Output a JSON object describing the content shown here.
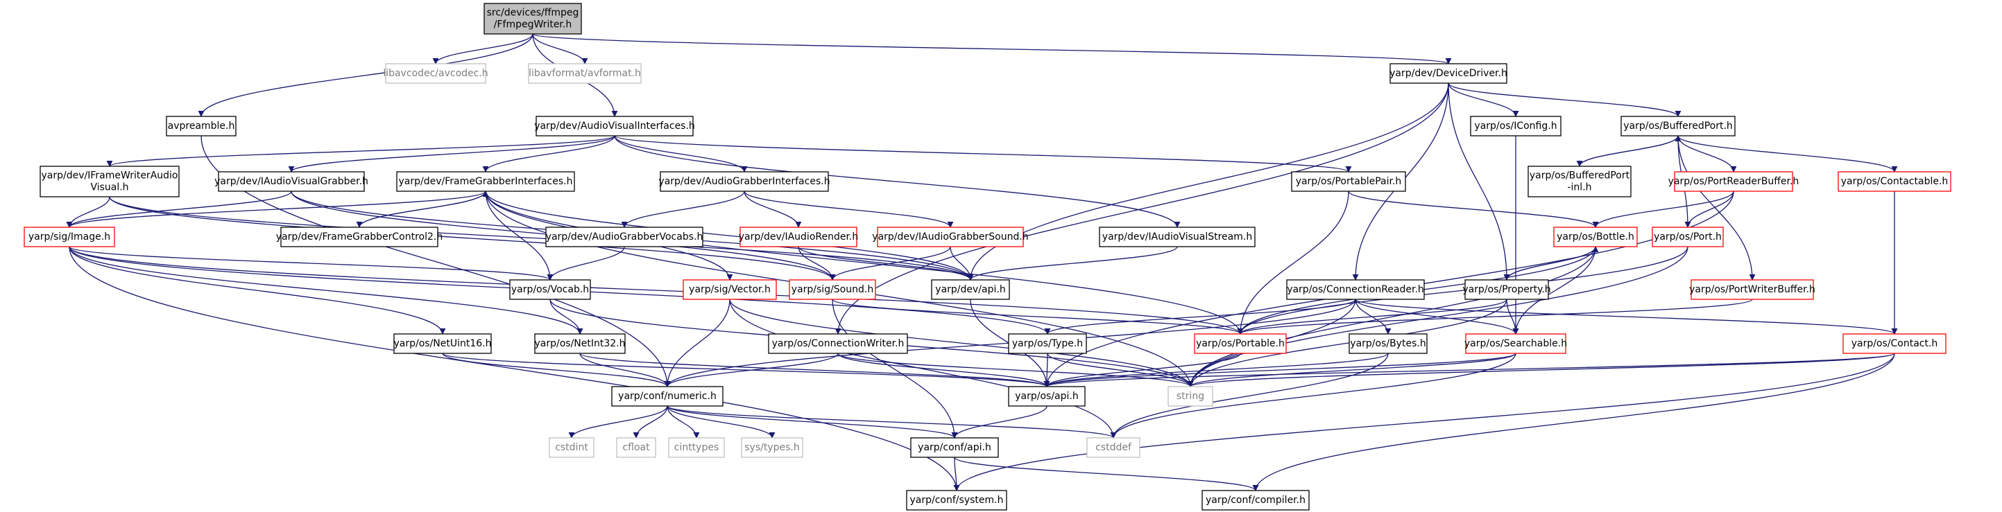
{
  "colors": {
    "edge": "#191970",
    "root_fill": "#bfbfbf",
    "root_border": "#000000",
    "normal_border": "#000000",
    "incomplete_border": "#ff0000",
    "external_border": "#bfbfbf",
    "external_text": "#7f7f7f",
    "text": "#000000"
  },
  "nodes": [
    {
      "id": "root",
      "kind": "root",
      "lines": [
        "src/devices/ffmpeg",
        "/FfmpegWriter.h"
      ]
    },
    {
      "id": "avcodec",
      "kind": "external",
      "lines": [
        "libavcodec/avcodec.h"
      ]
    },
    {
      "id": "avformat",
      "kind": "external",
      "lines": [
        "libavformat/avformat.h"
      ]
    },
    {
      "id": "avpreamble",
      "kind": "normal",
      "lines": [
        "avpreamble.h"
      ]
    },
    {
      "id": "avi",
      "kind": "normal",
      "lines": [
        "yarp/dev/AudioVisualInterfaces.h"
      ]
    },
    {
      "id": "devdriver",
      "kind": "normal",
      "lines": [
        "yarp/dev/DeviceDriver.h"
      ]
    },
    {
      "id": "iconfig",
      "kind": "normal",
      "lines": [
        "yarp/os/IConfig.h"
      ]
    },
    {
      "id": "bufport",
      "kind": "normal",
      "lines": [
        "yarp/os/BufferedPort.h"
      ]
    },
    {
      "id": "ifwav",
      "kind": "normal",
      "lines": [
        "yarp/dev/IFrameWriterAudio",
        "Visual.h"
      ]
    },
    {
      "id": "iavg",
      "kind": "normal",
      "lines": [
        "yarp/dev/IAudioVisualGrabber.h"
      ]
    },
    {
      "id": "fgi",
      "kind": "normal",
      "lines": [
        "yarp/dev/FrameGrabberInterfaces.h"
      ]
    },
    {
      "id": "agi",
      "kind": "normal",
      "lines": [
        "yarp/dev/AudioGrabberInterfaces.h"
      ]
    },
    {
      "id": "ppair",
      "kind": "normal",
      "lines": [
        "yarp/os/PortablePair.h"
      ]
    },
    {
      "id": "bufportinl",
      "kind": "normal",
      "lines": [
        "yarp/os/BufferedPort",
        "-inl.h"
      ]
    },
    {
      "id": "prb",
      "kind": "incomplete",
      "lines": [
        "yarp/os/PortReaderBuffer.h"
      ]
    },
    {
      "id": "contactable",
      "kind": "incomplete",
      "lines": [
        "yarp/os/Contactable.h"
      ]
    },
    {
      "id": "image",
      "kind": "incomplete",
      "lines": [
        "yarp/sig/Image.h"
      ]
    },
    {
      "id": "fgc2",
      "kind": "normal",
      "lines": [
        "yarp/dev/FrameGrabberControl2.h"
      ]
    },
    {
      "id": "agv",
      "kind": "normal",
      "lines": [
        "yarp/dev/AudioGrabberVocabs.h"
      ]
    },
    {
      "id": "iar",
      "kind": "incomplete",
      "lines": [
        "yarp/dev/IAudioRender.h"
      ]
    },
    {
      "id": "iags",
      "kind": "incomplete",
      "lines": [
        "yarp/dev/IAudioGrabberSound.h"
      ]
    },
    {
      "id": "iavs",
      "kind": "normal",
      "lines": [
        "yarp/dev/IAudioVisualStream.h"
      ]
    },
    {
      "id": "bottle",
      "kind": "incomplete",
      "lines": [
        "yarp/os/Bottle.h"
      ]
    },
    {
      "id": "port",
      "kind": "incomplete",
      "lines": [
        "yarp/os/Port.h"
      ]
    },
    {
      "id": "vocab",
      "kind": "normal",
      "lines": [
        "yarp/os/Vocab.h"
      ]
    },
    {
      "id": "vector",
      "kind": "incomplete",
      "lines": [
        "yarp/sig/Vector.h"
      ]
    },
    {
      "id": "sound",
      "kind": "incomplete",
      "lines": [
        "yarp/sig/Sound.h"
      ]
    },
    {
      "id": "devapi",
      "kind": "normal",
      "lines": [
        "yarp/dev/api.h"
      ]
    },
    {
      "id": "connreader",
      "kind": "normal",
      "lines": [
        "yarp/os/ConnectionReader.h"
      ]
    },
    {
      "id": "property",
      "kind": "normal",
      "lines": [
        "yarp/os/Property.h"
      ]
    },
    {
      "id": "pwb",
      "kind": "incomplete",
      "lines": [
        "yarp/os/PortWriterBuffer.h"
      ]
    },
    {
      "id": "nu16",
      "kind": "normal",
      "lines": [
        "yarp/os/NetUint16.h"
      ]
    },
    {
      "id": "ni32",
      "kind": "normal",
      "lines": [
        "yarp/os/NetInt32.h"
      ]
    },
    {
      "id": "connwriter",
      "kind": "normal",
      "lines": [
        "yarp/os/ConnectionWriter.h"
      ]
    },
    {
      "id": "type",
      "kind": "normal",
      "lines": [
        "yarp/os/Type.h"
      ]
    },
    {
      "id": "portable",
      "kind": "incomplete",
      "lines": [
        "yarp/os/Portable.h"
      ]
    },
    {
      "id": "bytes",
      "kind": "normal",
      "lines": [
        "yarp/os/Bytes.h"
      ]
    },
    {
      "id": "searchable",
      "kind": "incomplete",
      "lines": [
        "yarp/os/Searchable.h"
      ]
    },
    {
      "id": "contact",
      "kind": "incomplete",
      "lines": [
        "yarp/os/Contact.h"
      ]
    },
    {
      "id": "numeric",
      "kind": "normal",
      "lines": [
        "yarp/conf/numeric.h"
      ]
    },
    {
      "id": "osapi",
      "kind": "normal",
      "lines": [
        "yarp/os/api.h"
      ]
    },
    {
      "id": "string",
      "kind": "external",
      "lines": [
        "string"
      ]
    },
    {
      "id": "cstdint",
      "kind": "external",
      "lines": [
        "cstdint"
      ]
    },
    {
      "id": "cfloat",
      "kind": "external",
      "lines": [
        "cfloat"
      ]
    },
    {
      "id": "cinttypes",
      "kind": "external",
      "lines": [
        "cinttypes"
      ]
    },
    {
      "id": "systypes",
      "kind": "external",
      "lines": [
        "sys/types.h"
      ]
    },
    {
      "id": "confapi",
      "kind": "normal",
      "lines": [
        "yarp/conf/api.h"
      ]
    },
    {
      "id": "cstddef",
      "kind": "external",
      "lines": [
        "cstddef"
      ]
    },
    {
      "id": "system",
      "kind": "normal",
      "lines": [
        "yarp/conf/system.h"
      ]
    },
    {
      "id": "compiler",
      "kind": "normal",
      "lines": [
        "yarp/conf/compiler.h"
      ]
    }
  ],
  "edges": [
    [
      "root",
      "avcodec"
    ],
    [
      "root",
      "avformat"
    ],
    [
      "root",
      "avpreamble"
    ],
    [
      "root",
      "avi"
    ],
    [
      "root",
      "devdriver"
    ],
    [
      "avpreamble",
      "numeric"
    ],
    [
      "avi",
      "ifwav"
    ],
    [
      "avi",
      "iavg"
    ],
    [
      "avi",
      "fgi"
    ],
    [
      "avi",
      "agi"
    ],
    [
      "avi",
      "ppair"
    ],
    [
      "avi",
      "iavs"
    ],
    [
      "devdriver",
      "iconfig"
    ],
    [
      "devdriver",
      "bufport"
    ],
    [
      "devdriver",
      "devapi"
    ],
    [
      "devdriver",
      "connreader"
    ],
    [
      "devdriver",
      "property"
    ],
    [
      "devdriver",
      "connwriter"
    ],
    [
      "bufport",
      "bufportinl"
    ],
    [
      "bufport",
      "prb"
    ],
    [
      "bufport",
      "contactable"
    ],
    [
      "bufport",
      "port"
    ],
    [
      "bufport",
      "pwb"
    ],
    [
      "bufportinl",
      "bufport"
    ],
    [
      "iconfig",
      "searchable"
    ],
    [
      "ifwav",
      "image"
    ],
    [
      "ifwav",
      "sound"
    ],
    [
      "ifwav",
      "devapi"
    ],
    [
      "iavg",
      "image"
    ],
    [
      "iavg",
      "sound"
    ],
    [
      "iavg",
      "devapi"
    ],
    [
      "fgi",
      "fgc2"
    ],
    [
      "fgi",
      "image"
    ],
    [
      "fgi",
      "vocab"
    ],
    [
      "fgi",
      "vector"
    ],
    [
      "fgi",
      "devapi"
    ],
    [
      "fgi",
      "portable"
    ],
    [
      "fgi",
      "string"
    ],
    [
      "fgc2",
      "fgi"
    ],
    [
      "agi",
      "agv"
    ],
    [
      "agi",
      "iar"
    ],
    [
      "agi",
      "iags"
    ],
    [
      "agv",
      "vocab"
    ],
    [
      "iar",
      "sound"
    ],
    [
      "iar",
      "devapi"
    ],
    [
      "iags",
      "sound"
    ],
    [
      "iags",
      "devapi"
    ],
    [
      "iavs",
      "devapi"
    ],
    [
      "ppair",
      "bottle"
    ],
    [
      "ppair",
      "portable"
    ],
    [
      "prb",
      "bottle"
    ],
    [
      "prb",
      "port"
    ],
    [
      "prb",
      "osapi"
    ],
    [
      "contactable",
      "contact"
    ],
    [
      "port",
      "portable"
    ],
    [
      "port",
      "string"
    ],
    [
      "pwb",
      "portable"
    ],
    [
      "image",
      "vocab"
    ],
    [
      "image",
      "portable"
    ],
    [
      "image",
      "type"
    ],
    [
      "image",
      "nu16"
    ],
    [
      "image",
      "ni32"
    ],
    [
      "image",
      "system"
    ],
    [
      "vocab",
      "ni32"
    ],
    [
      "vocab",
      "string"
    ],
    [
      "vector",
      "numeric"
    ],
    [
      "vector",
      "string"
    ],
    [
      "vector",
      "cstddef"
    ],
    [
      "sound",
      "portable"
    ],
    [
      "sound",
      "confapi"
    ],
    [
      "devapi",
      "osapi"
    ],
    [
      "bottle",
      "property"
    ],
    [
      "bottle",
      "searchable"
    ],
    [
      "bottle",
      "portable"
    ],
    [
      "bottle",
      "string"
    ],
    [
      "property",
      "bottle"
    ],
    [
      "property",
      "searchable"
    ],
    [
      "property",
      "portable"
    ],
    [
      "property",
      "string"
    ],
    [
      "connreader",
      "bytes"
    ],
    [
      "connreader",
      "searchable"
    ],
    [
      "connreader",
      "contact"
    ],
    [
      "connreader",
      "numeric"
    ],
    [
      "connreader",
      "string"
    ],
    [
      "connreader",
      "type"
    ],
    [
      "connwriter",
      "numeric"
    ],
    [
      "connwriter",
      "osapi"
    ],
    [
      "connwriter",
      "string"
    ],
    [
      "nu16",
      "numeric"
    ],
    [
      "nu16",
      "osapi"
    ],
    [
      "ni32",
      "numeric"
    ],
    [
      "ni32",
      "osapi"
    ],
    [
      "type",
      "osapi"
    ],
    [
      "type",
      "string"
    ],
    [
      "portable",
      "osapi"
    ],
    [
      "bytes",
      "osapi"
    ],
    [
      "bytes",
      "cstddef"
    ],
    [
      "searchable",
      "osapi"
    ],
    [
      "searchable",
      "string"
    ],
    [
      "searchable",
      "cstddef"
    ],
    [
      "contact",
      "osapi"
    ],
    [
      "contact",
      "string"
    ],
    [
      "contact",
      "system"
    ],
    [
      "contact",
      "compiler"
    ],
    [
      "numeric",
      "cstdint"
    ],
    [
      "numeric",
      "cfloat"
    ],
    [
      "numeric",
      "cinttypes"
    ],
    [
      "numeric",
      "systypes"
    ],
    [
      "numeric",
      "confapi"
    ],
    [
      "numeric",
      "cstddef"
    ],
    [
      "osapi",
      "confapi"
    ],
    [
      "confapi",
      "system"
    ],
    [
      "confapi",
      "compiler"
    ]
  ]
}
